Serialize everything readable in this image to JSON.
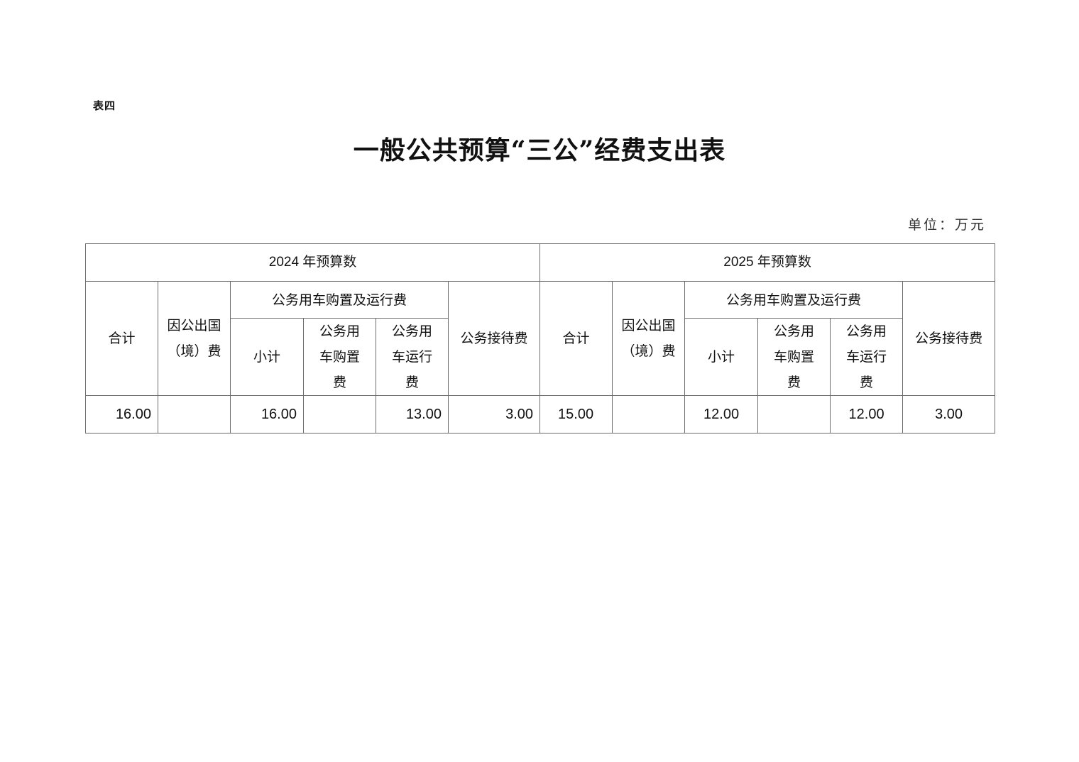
{
  "doc": {
    "label": "表四",
    "title": "一般公共预算“三公”经费支出表",
    "unit": "单位：万元"
  },
  "table": {
    "groups": [
      {
        "year_header": "2024 年预算数",
        "cols": {
          "total": "合计",
          "abroad": "因公出国（境）费",
          "vehicle_group": "公务用车购置及运行费",
          "vehicle_subtotal": "小计",
          "vehicle_purchase": "公务用车购置费",
          "vehicle_operation": "公务用车运行费",
          "reception": "公务接待费"
        },
        "values": {
          "total": "16.00",
          "abroad": "",
          "vehicle_subtotal": "16.00",
          "vehicle_purchase": "",
          "vehicle_operation": "13.00",
          "reception": "3.00"
        }
      },
      {
        "year_header": "2025 年预算数",
        "cols": {
          "total": "合计",
          "abroad": "因公出国（境）费",
          "vehicle_group": "公务用车购置及运行费",
          "vehicle_subtotal": "小计",
          "vehicle_purchase": "公务用车购置费",
          "vehicle_operation": "公务用车运行费",
          "reception": "公务接待费"
        },
        "values": {
          "total": "15.00",
          "abroad": "",
          "vehicle_subtotal": "12.00",
          "vehicle_purchase": "",
          "vehicle_operation": "12.00",
          "reception": "3.00"
        }
      }
    ]
  }
}
